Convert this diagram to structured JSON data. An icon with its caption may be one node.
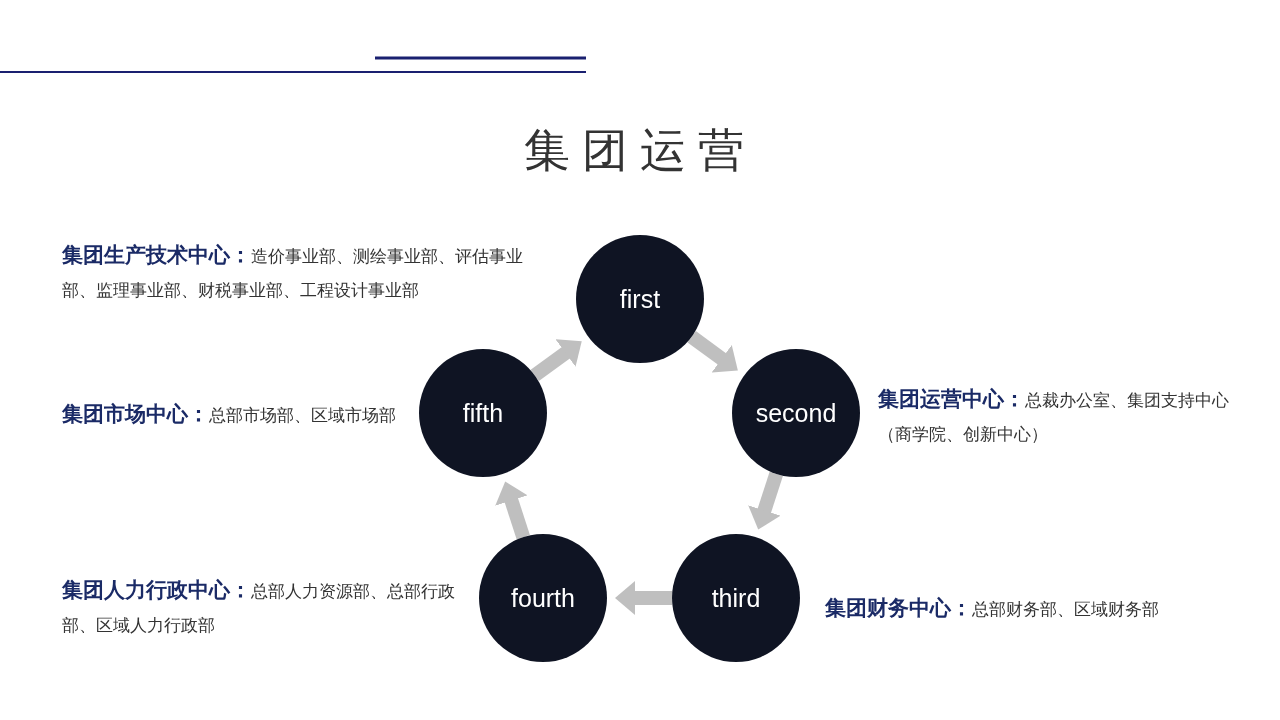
{
  "diagram": {
    "title": "集团运营",
    "nodes": [
      {
        "text": [
          "first"
        ],
        "beside": [
          "**集团生产技术中心：**造价事业部、测绘事业部、评估事业部、监理事业部、财税事业部、工程设计事业部"
        ]
      },
      {
        "text": [
          "second"
        ],
        "beside": [
          "**集团运营中心：**总裁办公室、集团支持中心（商学院、创新中心）"
        ]
      },
      {
        "text": [
          "third"
        ],
        "beside": [
          "**集团财务中心：**总部财务部、区域财务部"
        ]
      },
      {
        "text": [
          "fourth"
        ],
        "beside": [
          "**集团人力行政中心：**总部人力资源部、总部行政部、区域人力行政部"
        ]
      },
      {
        "text": [
          "fifth"
        ],
        "beside": [
          "**集团市场中心：**总部市场部、区域市场部"
        ]
      }
    ],
    "edges": [
      {
        "from": 0,
        "to": 1,
        "arrow": "to"
      },
      {
        "from": 1,
        "to": 2,
        "arrow": "to"
      },
      {
        "from": 2,
        "to": 3,
        "arrow": "to"
      },
      {
        "from": 3,
        "to": 4,
        "arrow": "to"
      },
      {
        "from": 4,
        "to": 0,
        "arrow": "to"
      }
    ]
  }
}
